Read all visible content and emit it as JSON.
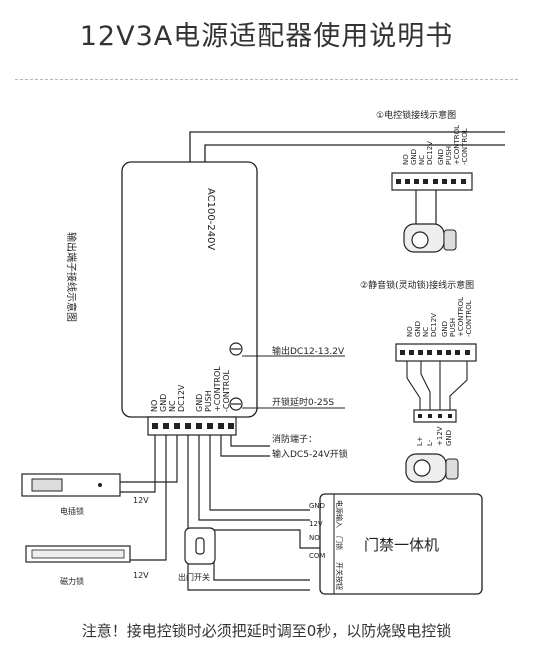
{
  "title": "12V3A电源适配器使用说明书",
  "footer": "注意！接电控锁时必须把延时调至0秒，以防烧毁电控锁",
  "adapter": {
    "ac_label": "AC100-240V",
    "output_terminals_title": "输出端子接线示意图",
    "terminals": [
      "-CONTROL",
      "+CONTROL",
      "PUSH",
      "GND",
      "DC12V",
      "NC",
      "GND",
      "NO"
    ],
    "output_voltage": "输出DC12-13.2V",
    "delay": "开锁延时0-25S",
    "fire_terminal": "消防端子：",
    "input_label": "输入DC5-24V开锁"
  },
  "diagram1": {
    "title": "①电控锁接线示意图",
    "terminals": [
      "-CONTROL",
      "+CONTROL",
      "PUSH",
      "GND",
      "DC12V",
      "NC",
      "GND",
      "NO"
    ]
  },
  "diagram2": {
    "title": "②静音锁(灵动锁)接线示意图",
    "terminals": [
      "-CONTROL",
      "+CONTROL",
      "PUSH",
      "GND",
      "DC12V",
      "NC",
      "GND",
      "NO"
    ],
    "plug_labels": [
      "GND",
      "+12V",
      "L-",
      "L+"
    ]
  },
  "locks": {
    "electric_lock": "电插锁",
    "magnetic_lock": "磁力锁",
    "volt1": "12V",
    "volt2": "12V",
    "exit_button": "出门开关"
  },
  "access_controller": {
    "label": "门禁一体机",
    "power_input": "电源输入",
    "door": "门锁",
    "switch": "开关按钮",
    "gnd": "GND",
    "v12": "12V",
    "no": "NO",
    "com": "COM"
  }
}
